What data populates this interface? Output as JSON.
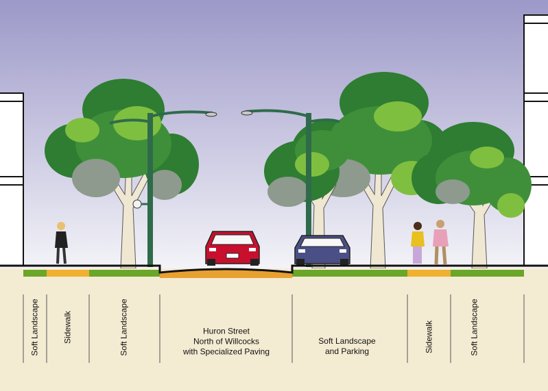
{
  "colors": {
    "sky_top": "#9c98c8",
    "sky_bottom": "#f3f3f8",
    "ground": "#f4ebd3",
    "soft_landscape": "#6aa628",
    "sidewalk": "#f0b030",
    "paving": "#e8a030",
    "tree_dark": "#2e7d32",
    "tree_light": "#7fbf3f",
    "tree_shadow": "#8d9a8d",
    "trunk": "#efe7d2",
    "pole": "#2f6b4a",
    "car_red": "#c8102e",
    "car_blue": "#4a4f85",
    "building": "#ffffff"
  },
  "zones": [
    {
      "id": "soft-landscape-1",
      "label": [
        "Soft Landscape"
      ],
      "orientation": "vertical"
    },
    {
      "id": "sidewalk-1",
      "label": [
        "Sidewalk"
      ],
      "orientation": "vertical"
    },
    {
      "id": "soft-landscape-2",
      "label": [
        "Soft Landscape"
      ],
      "orientation": "vertical"
    },
    {
      "id": "huron-street",
      "label": [
        "Huron Street",
        "North of Willcocks",
        "with Specialized Paving"
      ],
      "orientation": "horizontal"
    },
    {
      "id": "soft-landscape-parking",
      "label": [
        "Soft Landscape",
        "and Parking"
      ],
      "orientation": "horizontal"
    },
    {
      "id": "sidewalk-2",
      "label": [
        "Sidewalk"
      ],
      "orientation": "vertical"
    },
    {
      "id": "soft-landscape-3",
      "label": [
        "Soft Landscape"
      ],
      "orientation": "vertical"
    }
  ]
}
